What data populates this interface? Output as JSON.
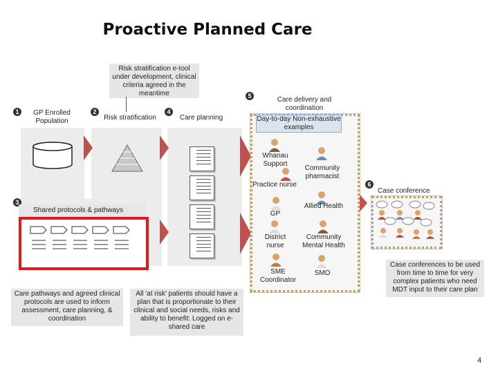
{
  "title": "Proactive Planned Care",
  "callout_top": "Risk stratification e-tool under development, clinical criteria agreed in the meantime",
  "steps": {
    "s1": {
      "num": "1",
      "label": "GP Enrolled Population"
    },
    "s2": {
      "num": "2",
      "label": "Risk stratification"
    },
    "s3": {
      "num": "3",
      "label": "Shared protocols  & pathways"
    },
    "s4": {
      "num": "4",
      "label": "Care planning"
    },
    "s5": {
      "num": "5",
      "label": "Care delivery and coordination"
    },
    "s6": {
      "num": "6",
      "label": "Case conference"
    }
  },
  "day_to_day": "Day-to-day Non-exhaustive examples",
  "people": {
    "whanau": "Whanau Support",
    "pharmacist": "Community pharmacist",
    "practice_nurse": "Practice nurse",
    "gp": "GP",
    "allied": "Allied Health",
    "district": "District nurse",
    "mental": "Community Mental Health",
    "sme": "SME Coordinator",
    "smo": "SMO"
  },
  "notes": {
    "pathways": "Care pathways and agreed clinical protocols are used to inform assessment, care planning, & coordination",
    "at_risk": "All 'at risk' patients should have a plan that is proportionate to their clinical and social needs, risks and ability to benefit: Logged on e-shared care",
    "conference": "Case conferences to be used from time to time for very complex patients who need MDT input to their care plan"
  },
  "page_number": "4",
  "colors": {
    "arrow": "#c0504d",
    "highlight": "#e0191b",
    "dotted": "#c5a05a",
    "dotted2": "#9b7fc0",
    "banner": "#dbe5f1"
  }
}
